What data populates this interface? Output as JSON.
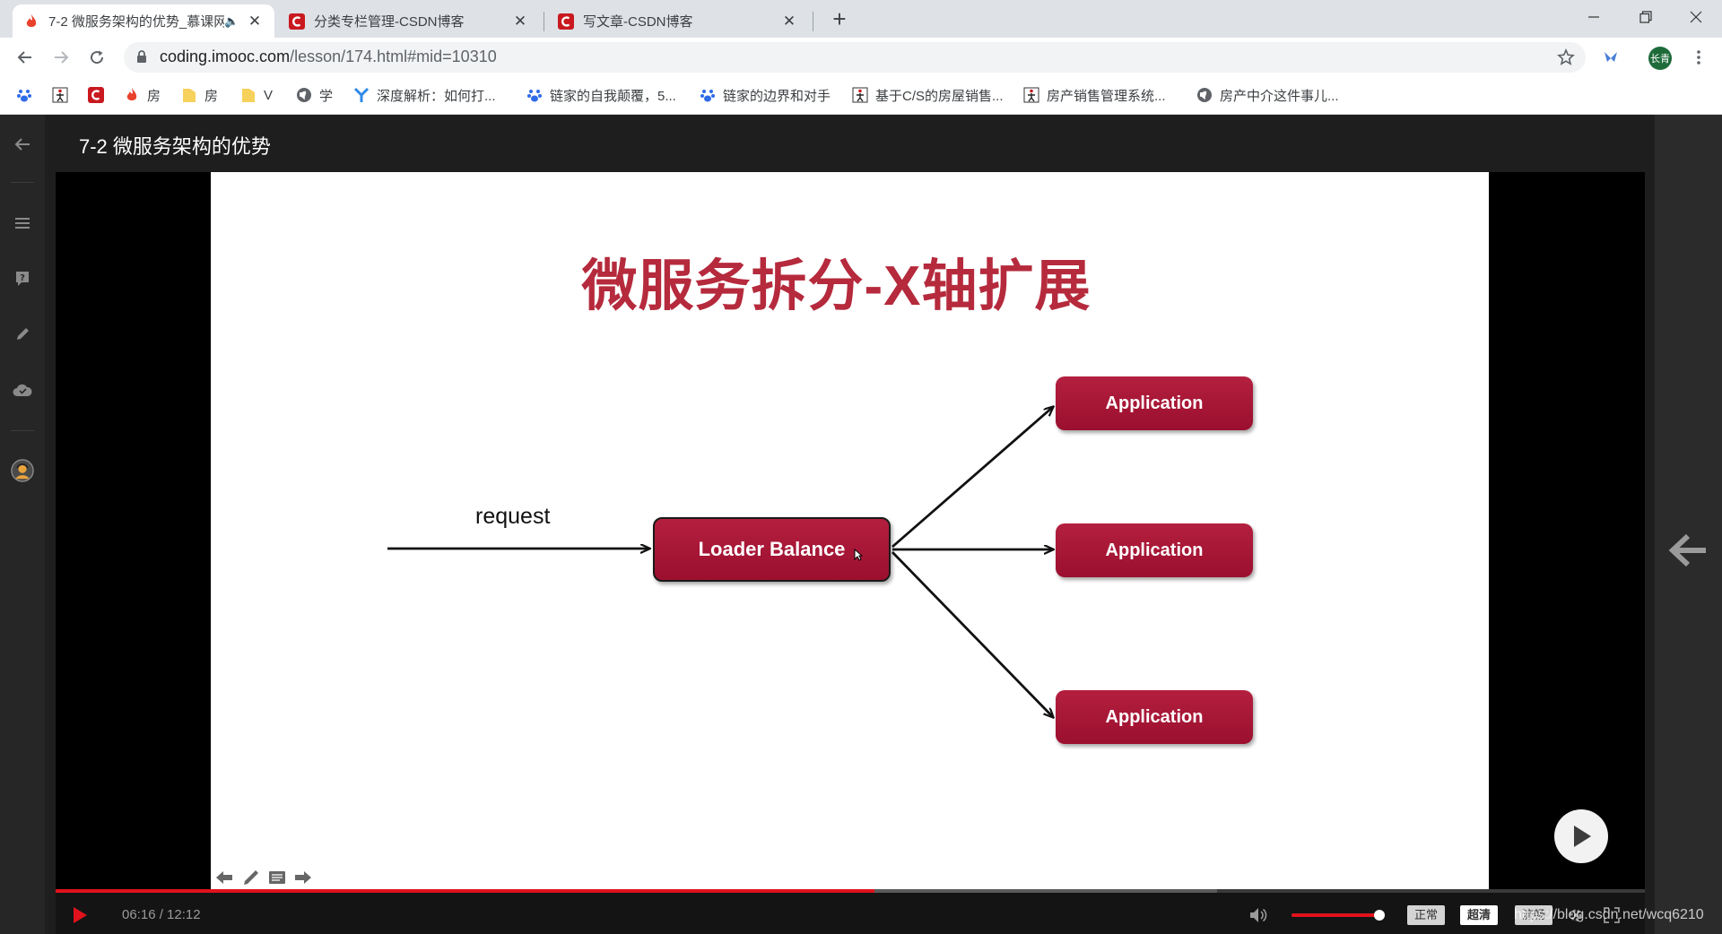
{
  "browser": {
    "tabs": [
      {
        "title": "7-2 微服务架构的优势_慕课网",
        "favicon": "flame-icon",
        "active": true,
        "audio": true
      },
      {
        "title": "分类专栏管理-CSDN博客",
        "favicon": "csdn-icon",
        "active": false
      },
      {
        "title": "写文章-CSDN博客",
        "favicon": "csdn-icon",
        "active": false
      }
    ],
    "new_tab_label": "+",
    "url_host": "coding.imooc.com",
    "url_path": "/lesson/174.html#mid=10310",
    "profile_label": "长青",
    "bookmarks": [
      {
        "label": "",
        "icon": "paw-icon"
      },
      {
        "label": "",
        "icon": "stick-figure-icon"
      },
      {
        "label": "",
        "icon": "csdn-icon"
      },
      {
        "label": "房",
        "icon": "flame-icon"
      },
      {
        "label": "房",
        "icon": "folder-icon"
      },
      {
        "label": "V",
        "icon": "folder-icon"
      },
      {
        "label": "学",
        "icon": "globe-icon"
      },
      {
        "label": "深度解析：如何打...",
        "icon": "y-icon"
      },
      {
        "label": "链家的自我颠覆，5...",
        "icon": "paw-icon"
      },
      {
        "label": "链家的边界和对手",
        "icon": "paw-icon"
      },
      {
        "label": "基于C/S的房屋销售...",
        "icon": "stick-figure-icon"
      },
      {
        "label": "房产销售管理系统...",
        "icon": "stick-figure-icon"
      },
      {
        "label": "房产中介这件事儿...",
        "icon": "globe-icon"
      }
    ]
  },
  "lesson": {
    "title": "7-2 微服务架构的优势"
  },
  "slide": {
    "title": "微服务拆分-X轴扩展",
    "request_label": "request",
    "balancer_label": "Loader Balance",
    "apps": [
      "Application",
      "Application",
      "Application"
    ]
  },
  "player": {
    "time": "06:16 / 12:12",
    "progress": 0.515,
    "volume": 0.98,
    "quality": [
      {
        "label": "正常",
        "selected": false
      },
      {
        "label": "超清",
        "selected": true
      },
      {
        "label": "流畅",
        "selected": false
      }
    ],
    "watermark": "https://blog.csdn.net/wcq6210"
  },
  "colors": {
    "accent_red": "#e0121c",
    "slide_red": "#b52a3c",
    "box_red": "#a8173a"
  }
}
